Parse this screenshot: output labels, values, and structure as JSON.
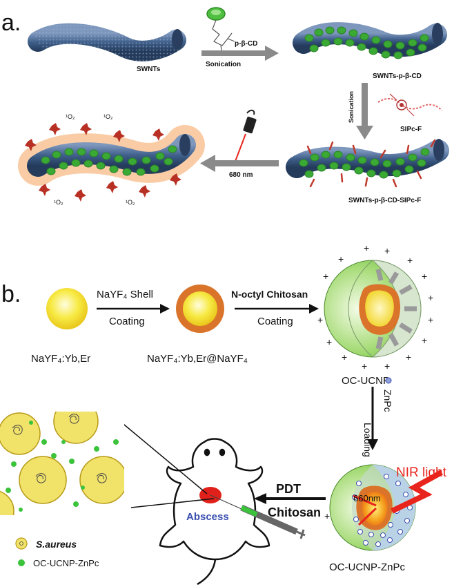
{
  "panel_a": {
    "panel_label": "a.",
    "swnts": "SWNTs",
    "reagent_cd": "p-β-CD",
    "sonication_1": "Sonication",
    "swnts_cd": "SWNTs-p-β-CD",
    "sonication_2": "Sonication",
    "sipc": "SIPc-F",
    "product": "SWNTs-p-β-CD-SIPc-F",
    "wavelength": "680 nm",
    "singlet_oxygen": "¹O₂"
  },
  "panel_b": {
    "panel_label": "b.",
    "step1_top": "NaYF₄ Shell",
    "step1_bottom": "Coating",
    "step2_top": "N-octyl Chitosan",
    "step2_bottom": "Coating",
    "core_label": "NaYF₄:Yb,Er",
    "coreshell_label": "NaYF₄:Yb,Er@NaYF₄",
    "ocucnp_label": "OC-UCNP",
    "loading": "Loading",
    "zinc": "ZnPc",
    "nir": "NIR light",
    "wavelength": "660nm",
    "final_label": "OC-UCNP-ZnPc",
    "pdt": "PDT",
    "chitosan": "Chitosan",
    "plus": "+",
    "abscess": "Abscess",
    "legend_saureus": "S.aureus",
    "legend_ocucnp": "OC-UCNP-ZnPc"
  },
  "colors": {
    "tube": "#3f5f8a",
    "cd_green": "#3aaa35",
    "sipc_red": "#c0392b",
    "glow_orange": "#f5a35c",
    "arrow_gray": "#8a8a8a",
    "core_yellow": "#f3e33a",
    "shell_orange": "#d9742a",
    "sphere_green": "#8fd45c",
    "nir_red": "#e8241c",
    "abscess_red": "#e0201a",
    "abscess_text": "#3a4fb0",
    "bacteria_fill": "#f1e36a",
    "dot_green": "#3cc33c"
  }
}
